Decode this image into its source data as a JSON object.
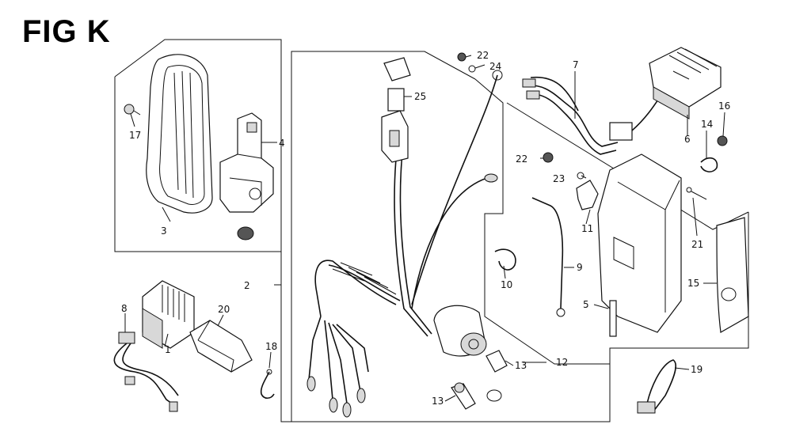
{
  "figure": {
    "title": "FIG K"
  },
  "callouts": {
    "c1": "1",
    "c2": "2",
    "c3": "3",
    "c4": "4",
    "c5": "5",
    "c6": "6",
    "c7": "7",
    "c8": "8",
    "c9": "9",
    "c10": "10",
    "c11": "11",
    "c12": "12",
    "c13a": "13",
    "c13b": "13",
    "c14": "14",
    "c15": "15",
    "c16": "16",
    "c17": "17",
    "c18": "18",
    "c19": "19",
    "c20": "20",
    "c21": "21",
    "c22a": "22",
    "c22b": "22",
    "c23": "23",
    "c24": "24",
    "c25": "25"
  }
}
